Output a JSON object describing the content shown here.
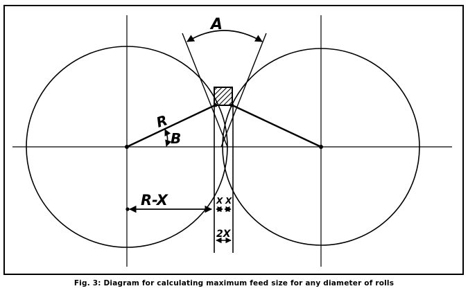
{
  "labels": {
    "angle_a": "A",
    "radius": "R",
    "angle_b": "B",
    "r_minus_x": "R-X",
    "half_gap_left": "X",
    "half_gap_right": "X",
    "gap": "2X"
  },
  "caption": "Fig. 3: Diagram for calculating maximum feed size for any diameter of rolls",
  "colors": {
    "ink": "#000000",
    "paper": "#ffffff"
  }
}
